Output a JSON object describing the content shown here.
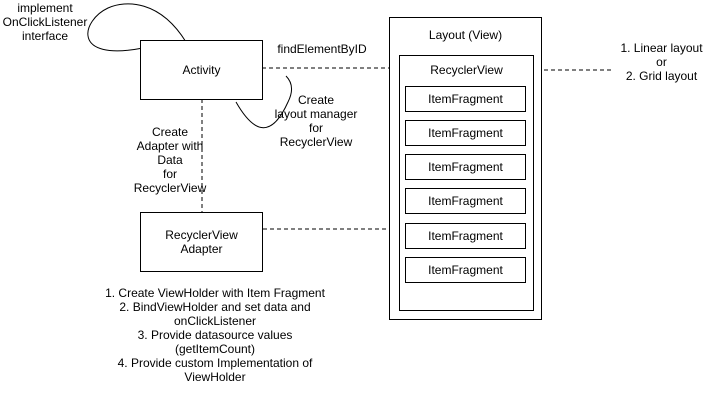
{
  "activity": {
    "label": "Activity"
  },
  "adapter": {
    "label": "RecyclerView\nAdapter"
  },
  "layout": {
    "title": "Layout (View)",
    "recycler_label": "RecyclerView"
  },
  "item_fragments": [
    "ItemFragment",
    "ItemFragment",
    "ItemFragment",
    "ItemFragment",
    "ItemFragment",
    "ItemFragment"
  ],
  "annotations": {
    "implement": "implement\nOnClickListener\ninterface",
    "find_element": "findElementByID",
    "layout_manager": "Create\nlayout manager\nfor\nRecyclerView",
    "create_adapter": "Create\nAdapter with\nData\nfor\nRecyclerView",
    "layout_options": "1. Linear layout\nor\n2. Grid layout",
    "adapter_steps": "1. Create ViewHolder with Item Fragment\n2. BindViewHolder and set data and\nonClickListener\n3. Provide datasource values\n(getItemCount)\n4. Provide custom Implementation of\nViewHolder"
  }
}
